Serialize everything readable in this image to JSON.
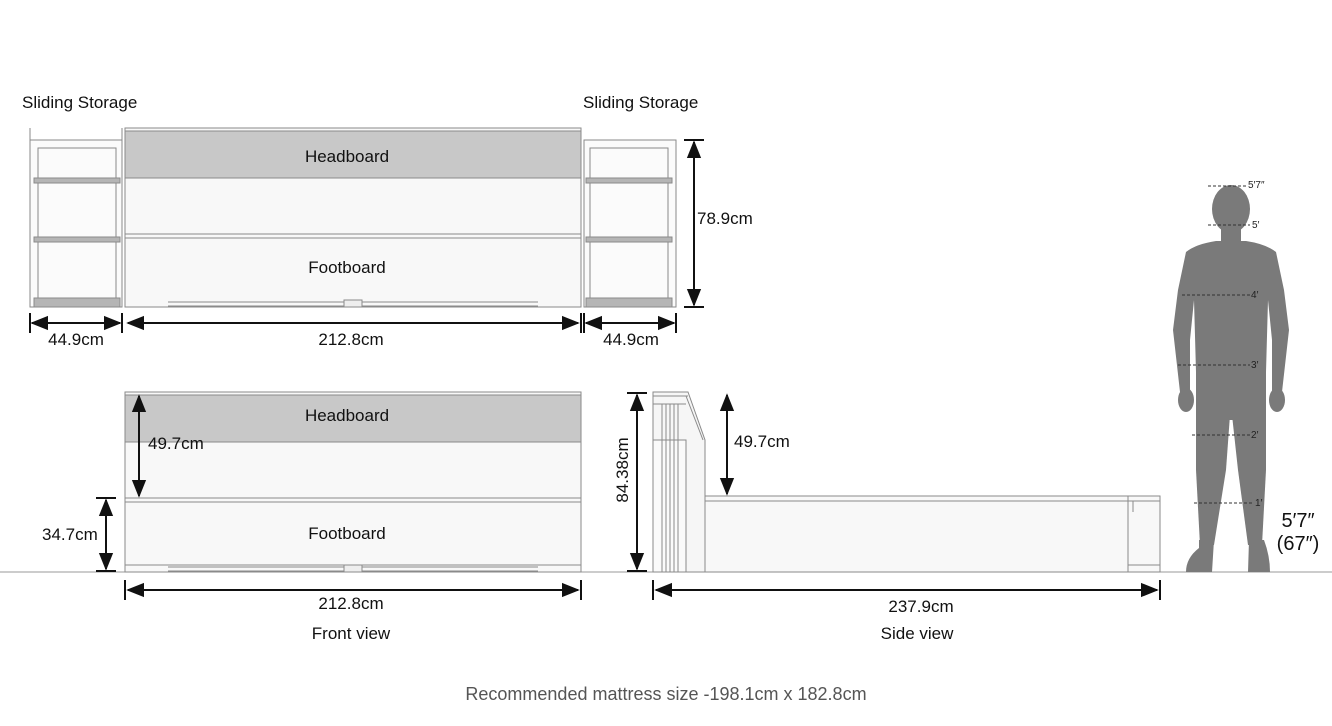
{
  "top_view": {
    "left_storage_title": "Sliding Storage",
    "right_storage_title": "Sliding Storage",
    "headboard_label": "Headboard",
    "footboard_label": "Footboard",
    "height_dim": "78.9cm",
    "left_width_dim": "44.9cm",
    "center_width_dim": "212.8cm",
    "right_width_dim": "44.9cm"
  },
  "front_view": {
    "headboard_label": "Headboard",
    "footboard_label": "Footboard",
    "headboard_height_dim": "49.7cm",
    "footboard_height_dim": "34.7cm",
    "width_dim": "212.8cm",
    "caption": "Front view"
  },
  "side_view": {
    "total_height_dim": "84.38cm",
    "headboard_height_dim": "49.7cm",
    "length_dim": "237.9cm",
    "caption": "Side view"
  },
  "human_figure": {
    "ticks": [
      "5′7″",
      "5′",
      "4′",
      "3′",
      "2′",
      "1′"
    ],
    "height_line1": "5′7″",
    "height_line2": "(67″)"
  },
  "footer": "Recommended mattress size -198.1cm x 182.8cm",
  "colors": {
    "line": "#111111",
    "panel_gray": "#c8c8c8",
    "panel_light": "#f4f4f4",
    "figure_gray": "#7a7a7a",
    "outline": "#9a9a9a"
  }
}
